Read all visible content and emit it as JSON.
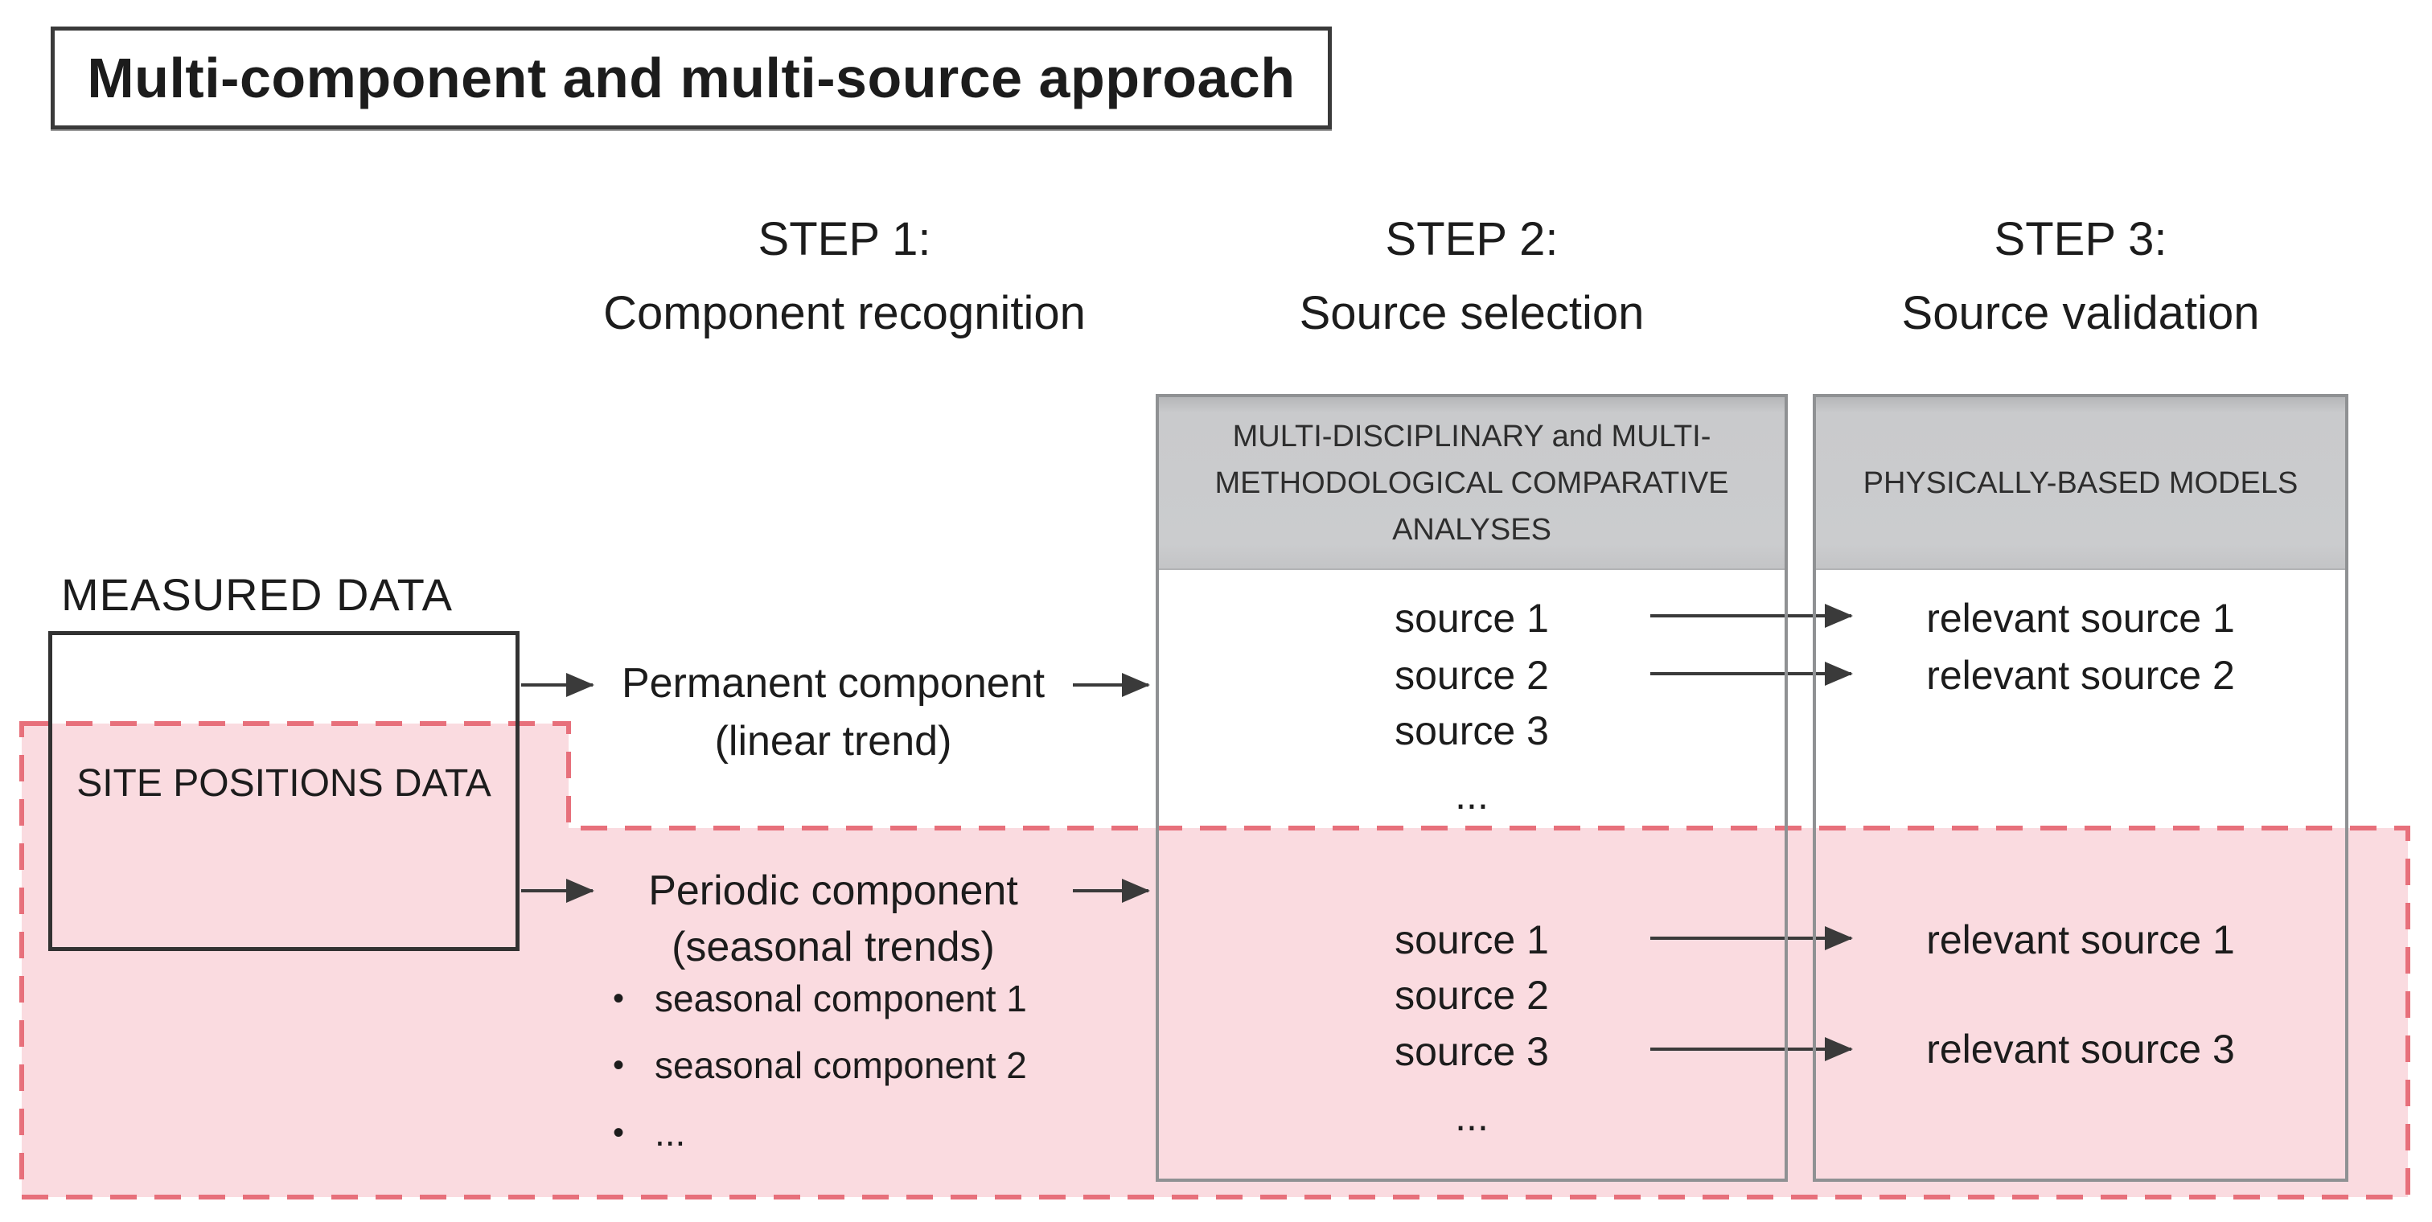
{
  "title": "Multi-component and multi-source approach",
  "steps": [
    {
      "label": "STEP 1:",
      "name": "Component recognition"
    },
    {
      "label": "STEP 2:",
      "name": "Source selection"
    },
    {
      "label": "STEP 3:",
      "name": "Source validation"
    }
  ],
  "measured": {
    "label": "MEASURED DATA",
    "box_label": "SITE POSITIONS DATA"
  },
  "components": {
    "permanent": {
      "title": "Permanent component",
      "subtitle": "(linear trend)"
    },
    "periodic": {
      "title": "Periodic component",
      "subtitle": "(seasonal trends)",
      "bullets": [
        "seasonal component 1",
        "seasonal component 2",
        "..."
      ]
    }
  },
  "step2": {
    "header": "MULTI-DISCIPLINARY and MULTI-METHODOLOGICAL COMPARATIVE ANALYSES",
    "upper_sources": [
      "source 1",
      "source 2",
      "source 3",
      "..."
    ],
    "lower_sources": [
      "source 1",
      "source 2",
      "source 3",
      "..."
    ]
  },
  "step3": {
    "header": "PHYSICALLY-BASED MODELS",
    "upper_results": [
      "relevant source 1",
      "relevant source 2"
    ],
    "lower_results": [
      "relevant source 1",
      "relevant source 3"
    ]
  },
  "colors": {
    "pink_fill": "rgba(243,175,186,0.45)",
    "pink_dash": "#e7707b",
    "arrow": "#3a3a3a",
    "gray_header": "#c9cacc",
    "box_border": "#8f9193"
  }
}
